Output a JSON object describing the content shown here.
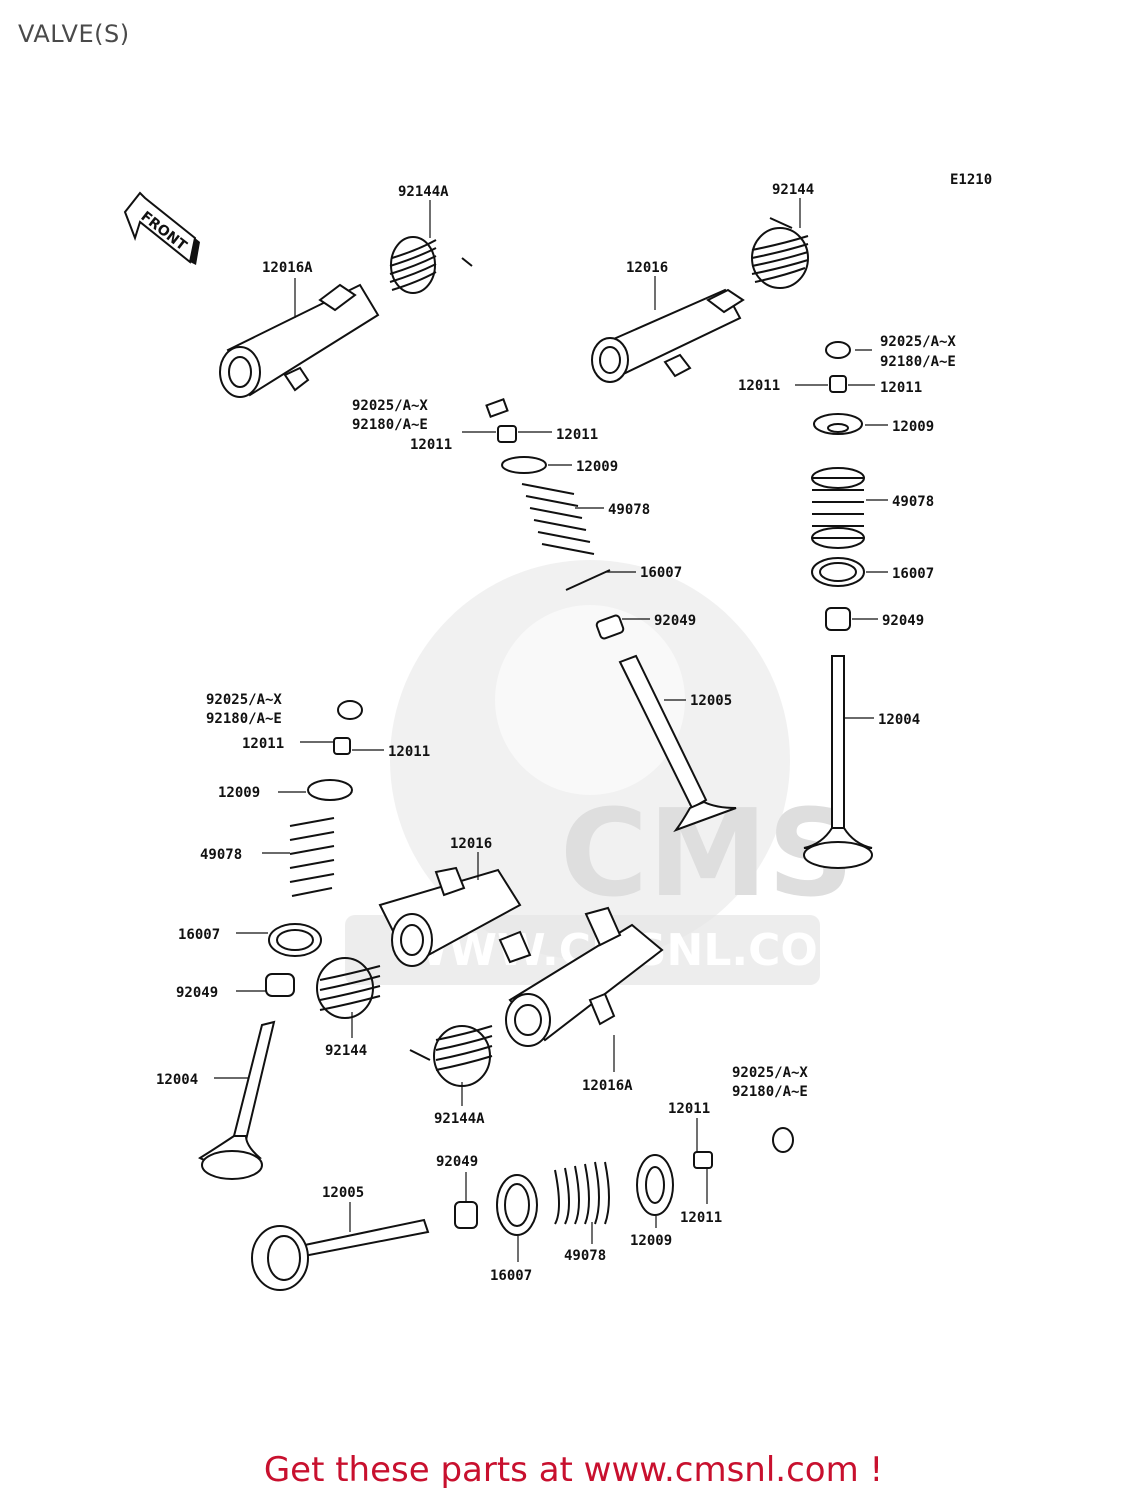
{
  "header": {
    "title": "VALVE(S)"
  },
  "diagram": {
    "code": "E1210",
    "front_label": "FRONT",
    "watermark": {
      "text": "CMS",
      "url": "WWW.CMSNL.COM"
    },
    "labels": {
      "p92144A_top": "92144A",
      "p92144_top": "92144",
      "p12016A_top": "12016A",
      "p12016_top": "12016",
      "p92025_r": "92025/A~X",
      "p92180_r": "92180/A~E",
      "p12011_rl": "12011",
      "p12011_rr": "12011",
      "p12009_r": "12009",
      "p49078_r": "49078",
      "p16007_r": "16007",
      "p92049_r": "92049",
      "p12004_r": "12004",
      "p92025_m": "92025/A~X",
      "p92180_m": "92180/A~E",
      "p12011_ml": "12011",
      "p12011_mr": "12011",
      "p12009_m": "12009",
      "p49078_m": "49078",
      "p16007_m": "16007",
      "p92049_m": "92049",
      "p12005_m": "12005",
      "p92025_l": "92025/A~X",
      "p92180_l": "92180/A~E",
      "p12011_ll": "12011",
      "p12011_lr": "12011",
      "p12009_l": "12009",
      "p49078_l": "49078",
      "p16007_l": "16007",
      "p92049_l": "92049",
      "p12004_l": "12004",
      "p12016_c": "12016",
      "p92144_c": "92144",
      "p92144A_c": "92144A",
      "p12016A_c": "12016A",
      "p92025_b": "92025/A~X",
      "p92180_b": "92180/A~E",
      "p12011_bt": "12011",
      "p12011_bb": "12011",
      "p12005_b": "12005",
      "p92049_b": "92049",
      "p16007_b": "16007",
      "p49078_b": "49078",
      "p12009_b": "12009"
    }
  },
  "footer": {
    "cta": "Get these parts at www.cmsnl.com !"
  }
}
